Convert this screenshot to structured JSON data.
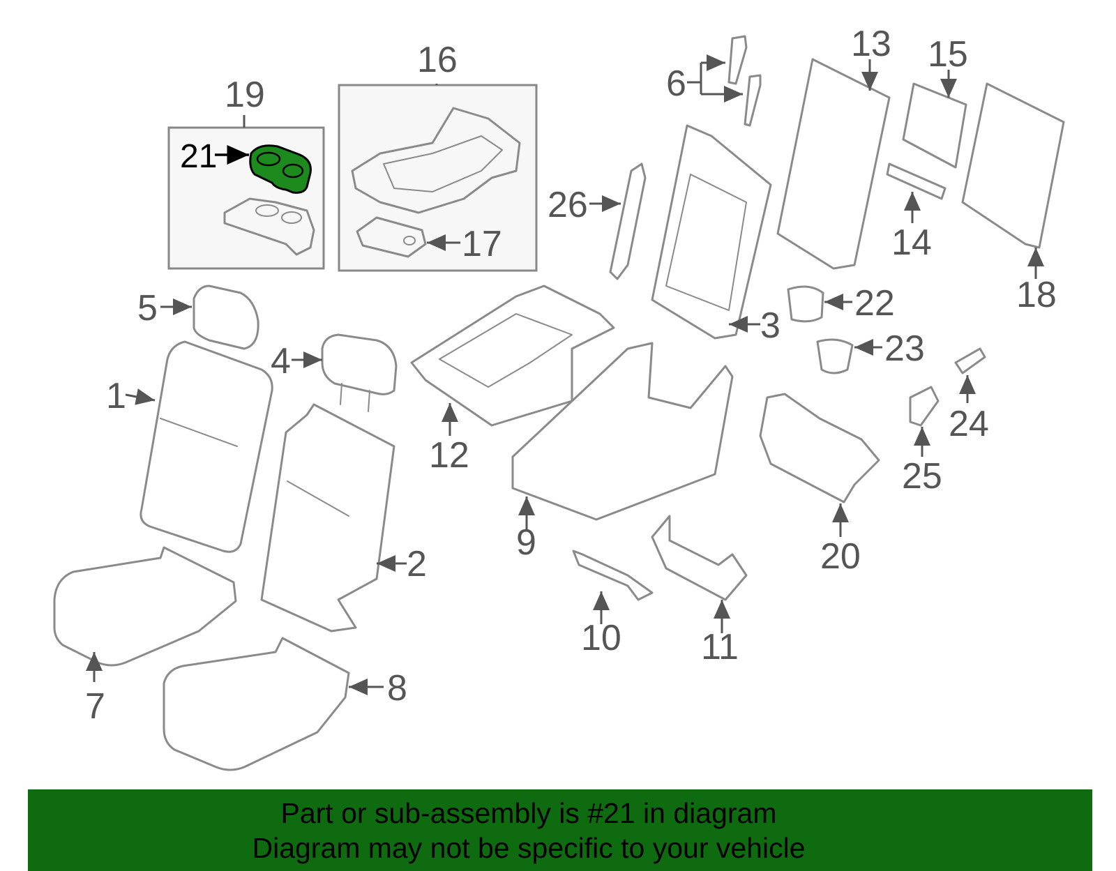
{
  "callouts": {
    "c1": "1",
    "c2": "2",
    "c3": "3",
    "c4": "4",
    "c5": "5",
    "c6": "6",
    "c7": "7",
    "c8": "8",
    "c9": "9",
    "c10": "10",
    "c11": "11",
    "c12": "12",
    "c13": "13",
    "c14": "14",
    "c15": "15",
    "c16": "16",
    "c17": "17",
    "c18": "18",
    "c19": "19",
    "c20": "20",
    "c21": "21",
    "c22": "22",
    "c23": "23",
    "c24": "24",
    "c25": "25",
    "c26": "26"
  },
  "highlight": {
    "part": "21",
    "color": "#1c8a1c"
  },
  "banner": {
    "line1": "Part or sub-assembly is #21 in diagram",
    "line2": "Diagram may not be specific to your vehicle",
    "background": "#0f6b0f"
  }
}
